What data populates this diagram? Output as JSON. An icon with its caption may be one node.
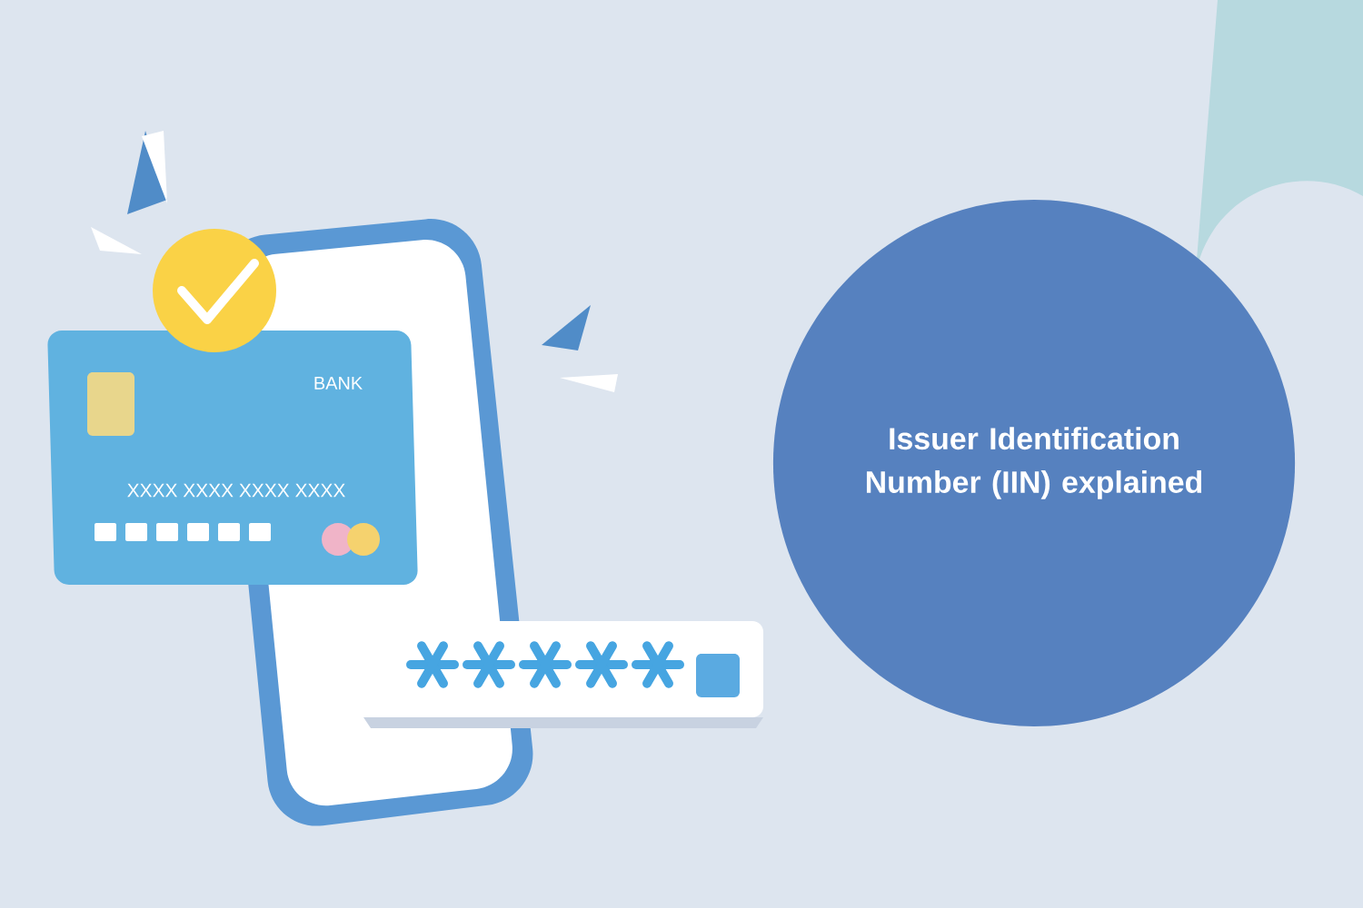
{
  "diagram": {
    "nodes": [
      {
        "text": [
          "Issuer Identification Number (IIN) explained"
        ]
      }
    ],
    "labels": [
      "BANK",
      "XXXX XXXX XXXX XXXX"
    ]
  }
}
